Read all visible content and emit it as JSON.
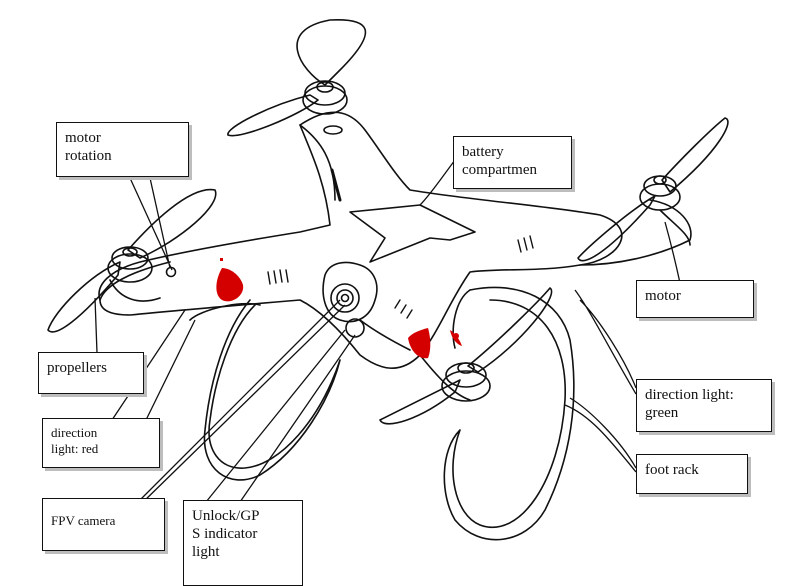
{
  "labels": {
    "motor_rotation": "motor\nrotation",
    "battery_compartment": "battery\ncompartmen",
    "motor": "motor",
    "propellers": "propellers",
    "direction_light_green": "direction light:\ngreen",
    "direction_light_red": "direction\nlight: red",
    "foot_rack": "foot rack",
    "fpv_camera": "FPV camera",
    "unlock_gps_indicator": "Unlock/GP\nS indicator\nlight"
  },
  "colors": {
    "line": "#111111",
    "accent_red": "#d40000",
    "box_shadow": "#bdbdbd"
  }
}
